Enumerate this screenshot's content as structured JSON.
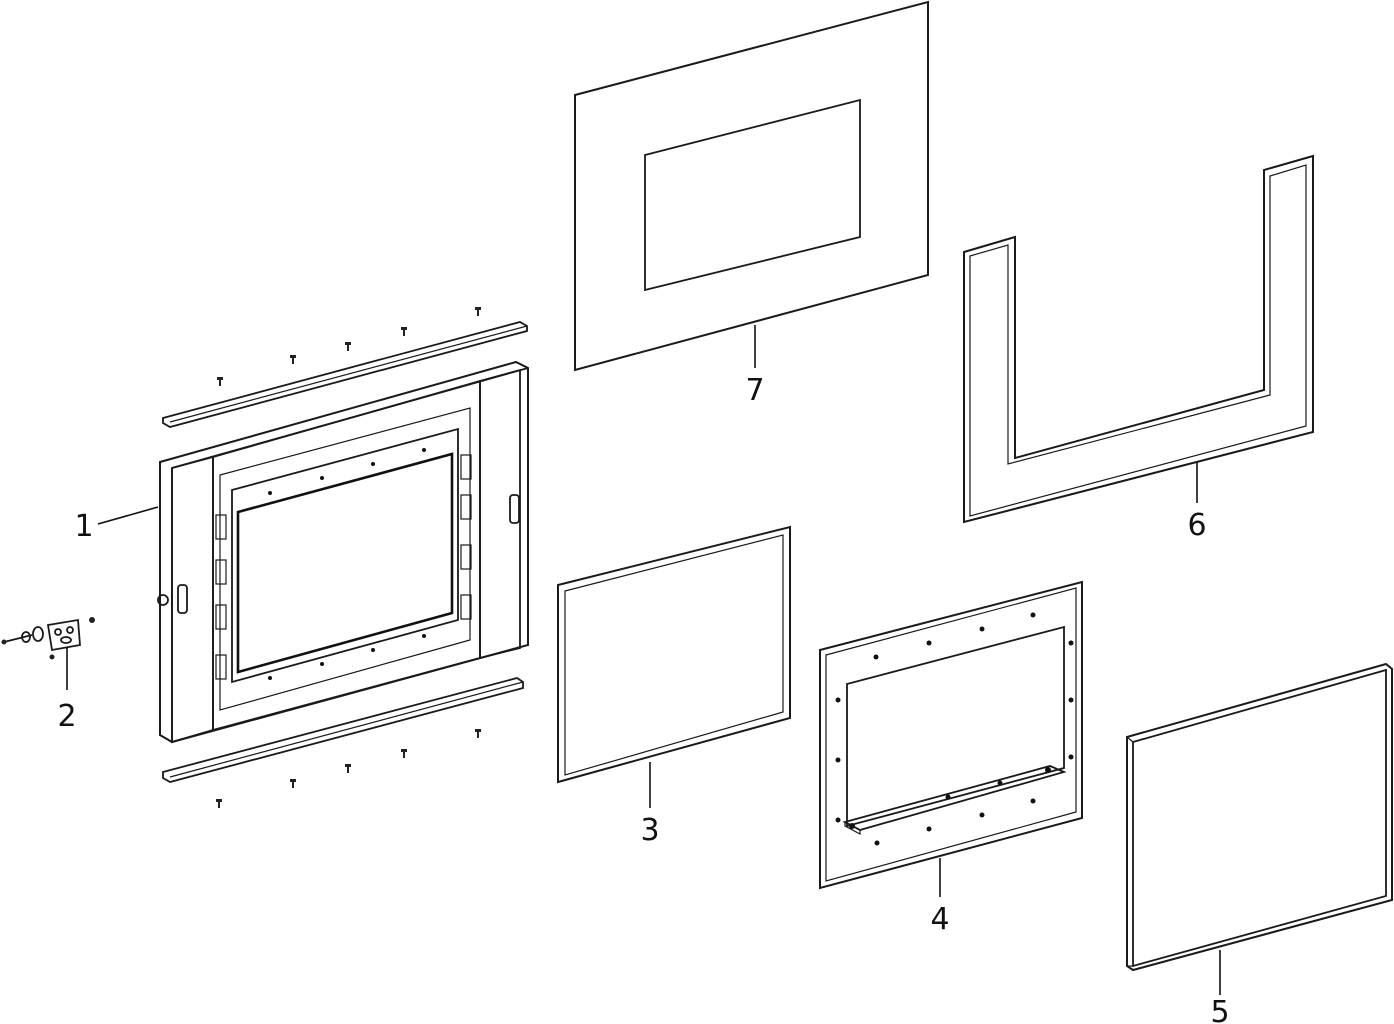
{
  "callouts": [
    {
      "id": "1",
      "label": "1"
    },
    {
      "id": "2",
      "label": "2"
    },
    {
      "id": "3",
      "label": "3"
    },
    {
      "id": "4",
      "label": "4"
    },
    {
      "id": "5",
      "label": "5"
    },
    {
      "id": "6",
      "label": "6"
    },
    {
      "id": "7",
      "label": "7"
    }
  ],
  "colors": {
    "line": "#1a1a1a",
    "background": "#ffffff"
  }
}
